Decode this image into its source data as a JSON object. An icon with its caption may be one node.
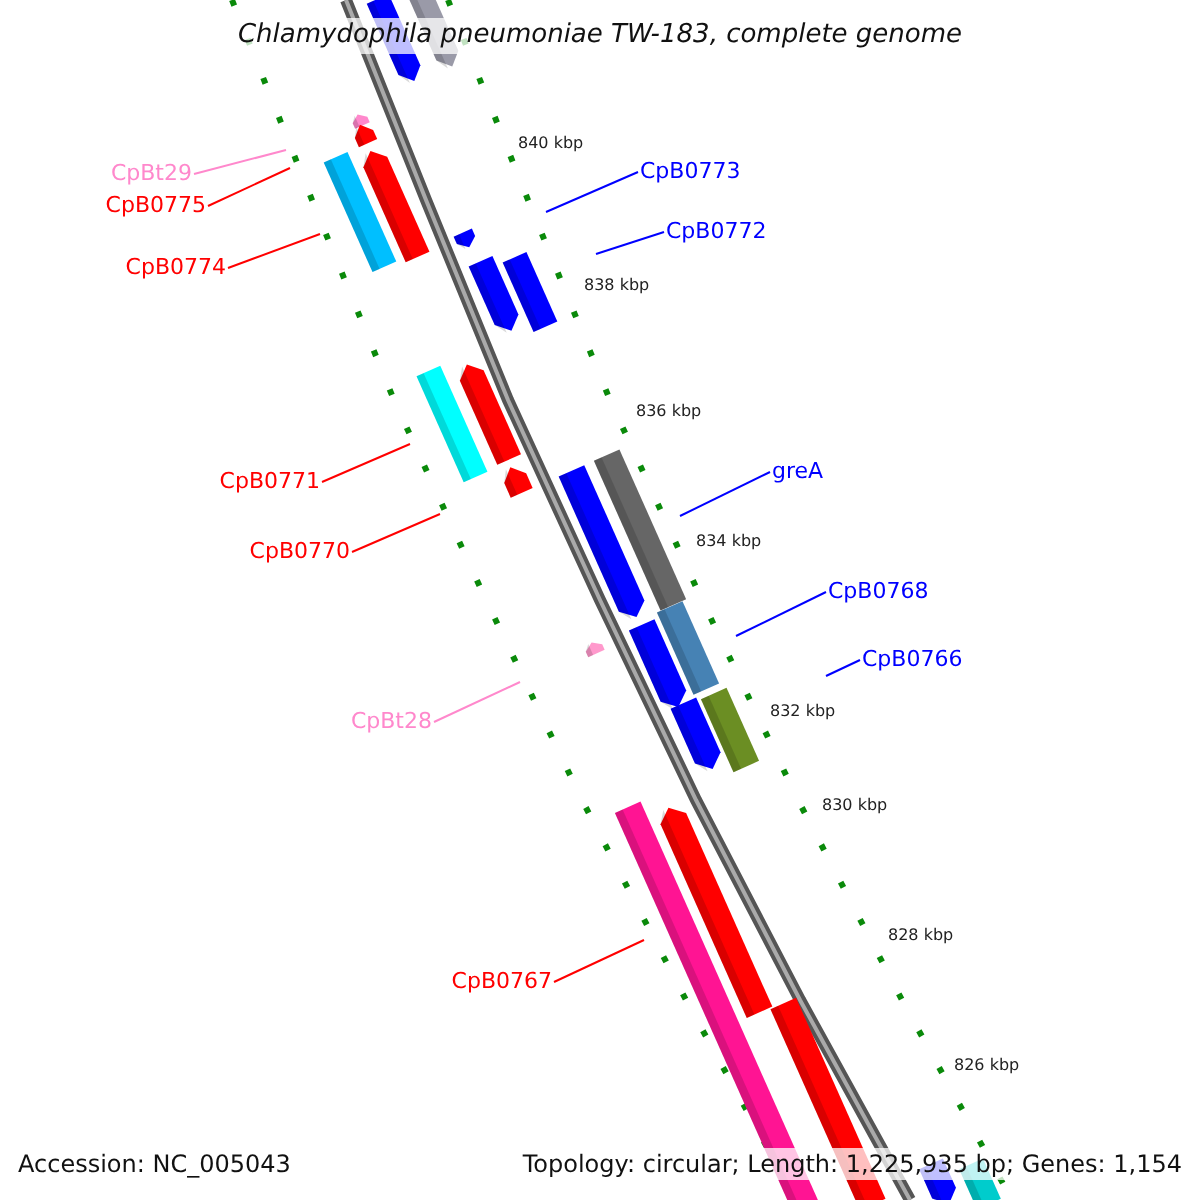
{
  "diagram": {
    "title": "Chlamydophila pneumoniae TW-183, complete genome",
    "nodes": [
      {
        "text": [
          "CpBt29"
        ]
      },
      {
        "text": [
          "CpB0775"
        ]
      },
      {
        "text": [
          "CpB0774"
        ]
      },
      {
        "text": [
          "CpB0773"
        ]
      },
      {
        "text": [
          "CpB0772"
        ]
      },
      {
        "text": [
          "CpB0771"
        ]
      },
      {
        "text": [
          "CpB0770"
        ]
      },
      {
        "text": [
          "greA"
        ]
      },
      {
        "text": [
          "CpB0768"
        ]
      },
      {
        "text": [
          "CpB0766"
        ]
      },
      {
        "text": [
          "CpBt28"
        ]
      },
      {
        "text": [
          "CpB0767"
        ]
      }
    ],
    "edges": [
      {
        "from": 0,
        "to": null,
        "arrow": "none",
        "color": "#ff88cc"
      },
      {
        "from": 1,
        "to": null,
        "arrow": "none",
        "color": "#ff0000"
      },
      {
        "from": 2,
        "to": null,
        "arrow": "none",
        "color": "#ff0000"
      },
      {
        "from": 3,
        "to": null,
        "arrow": "none",
        "color": "#0000ff"
      },
      {
        "from": 4,
        "to": null,
        "arrow": "none",
        "color": "#0000ff"
      },
      {
        "from": 5,
        "to": null,
        "arrow": "none",
        "color": "#ff0000"
      },
      {
        "from": 6,
        "to": null,
        "arrow": "none",
        "color": "#ff0000"
      },
      {
        "from": 7,
        "to": null,
        "arrow": "none",
        "color": "#0000ff"
      },
      {
        "from": 8,
        "to": null,
        "arrow": "none",
        "color": "#0000ff"
      },
      {
        "from": 9,
        "to": null,
        "arrow": "none",
        "color": "#0000ff"
      },
      {
        "from": 10,
        "to": null,
        "arrow": "none",
        "color": "#ff88cc"
      },
      {
        "from": 11,
        "to": null,
        "arrow": "none",
        "color": "#ff0000"
      }
    ],
    "labels": [
      "840 kbp",
      "838 kbp",
      "836 kbp",
      "834 kbp",
      "832 kbp",
      "830 kbp",
      "828 kbp",
      "826 kbp",
      "Accession: NC_005043",
      "Topology: circular; Length: 1,225,935 bp; Genes: 1,154"
    ]
  }
}
